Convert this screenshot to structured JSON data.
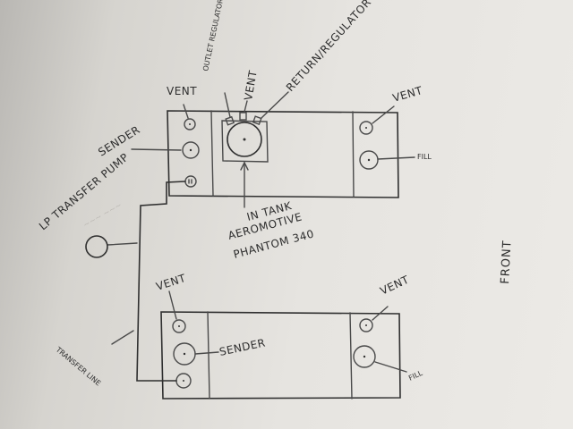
{
  "labels": {
    "vent_top_left": "VENT",
    "sender_top": "SENDER",
    "outlet_regulator": "OUTLET REGULATOR",
    "vent_pump": "VENT",
    "return_regulator": "RETURN/REGULATOR",
    "vent_top_right": "VENT",
    "fill_top": "FILL",
    "in_tank": "IN TANK",
    "aeromotive": "AEROMOTIVE",
    "phantom": "PHANTOM 340",
    "lp_transfer_pump": "LP TRANSFER PUMP",
    "front": "FRONT",
    "vent_bottom_left": "VENT",
    "vent_bottom_right": "VENT",
    "sender_bottom": "SENDER",
    "fill_bottom": "FILL",
    "transfer_line": "TRANSFER LINE"
  }
}
